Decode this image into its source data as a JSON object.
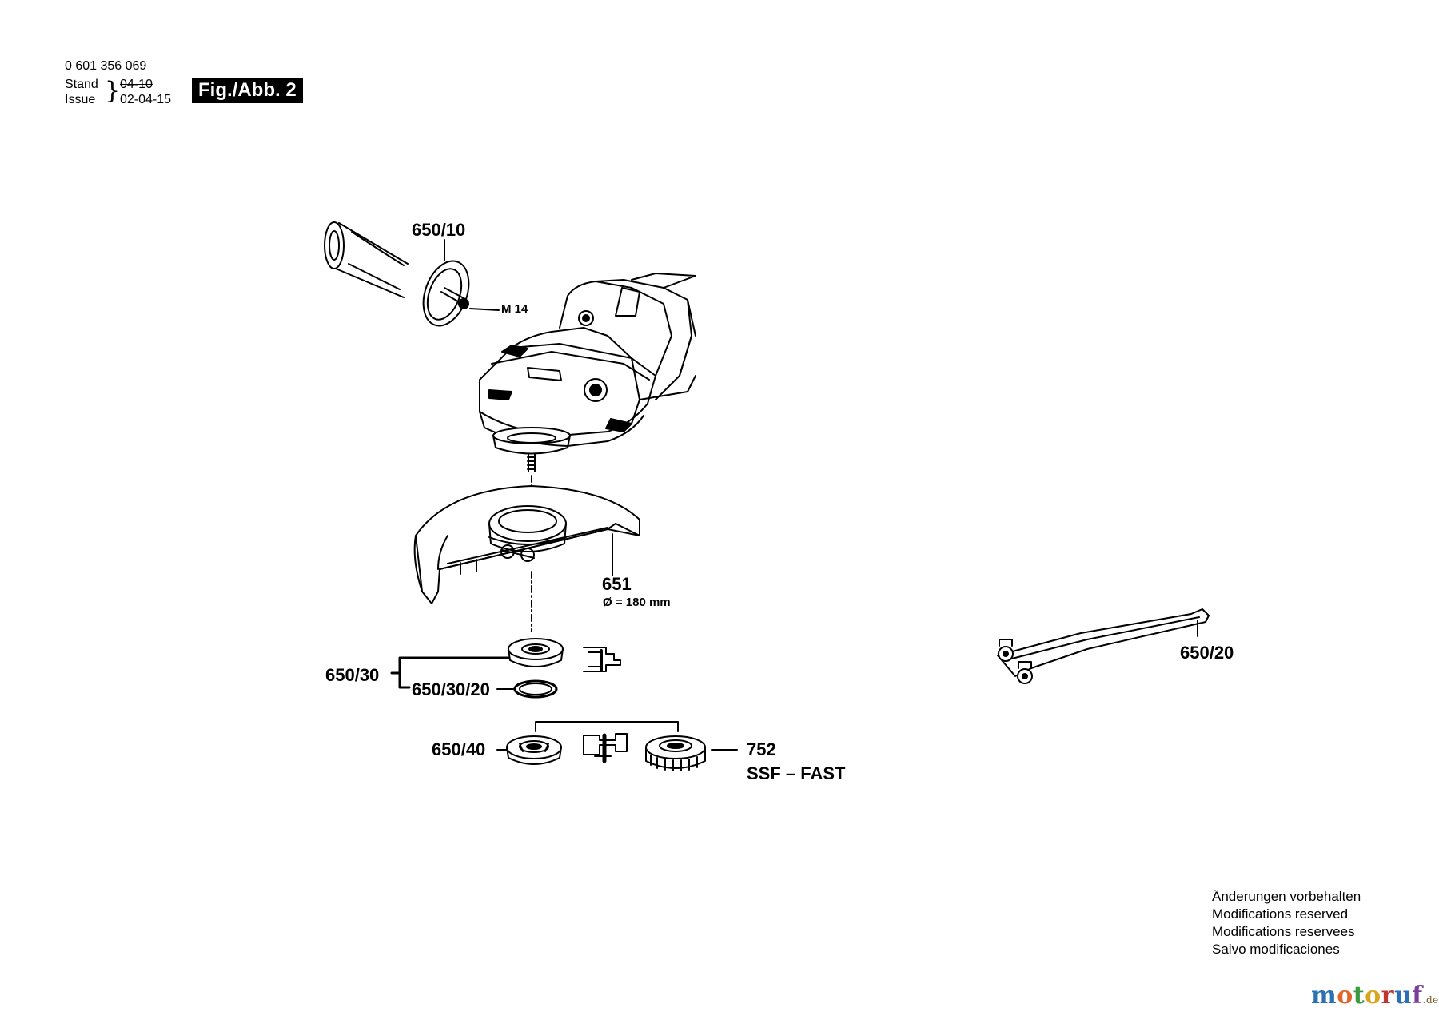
{
  "header": {
    "part_number": "0 601 356 069",
    "stand_label": "Stand",
    "issue_label": "Issue",
    "old_date": "04-10",
    "issue_date": "02-04-15",
    "figure": "Fig./Abb. 2"
  },
  "labels": {
    "handle": "650/10",
    "thread": "M 14",
    "guard": "651",
    "guard_diameter": "Ø = 180 mm",
    "flange_set": "650/30",
    "oring": "650/30/20",
    "clamp_flange": "650/40",
    "quick_nut": "752",
    "quick_nut_name": "SSF – FAST",
    "spanner": "650/20"
  },
  "notes": [
    "Änderungen vorbehalten",
    "Modifications reserved",
    "Modifications reservees",
    "Salvo modificaciones"
  ],
  "watermark": {
    "letters": [
      "m",
      "o",
      "t",
      "o",
      "r",
      "u",
      "f"
    ],
    "letter_colors": [
      "#2b6fb5",
      "#e0652a",
      "#3a9a3f",
      "#d8a51c",
      "#c2362f",
      "#2b6fb5",
      "#7a3f98"
    ],
    "domain": ".de"
  },
  "colors": {
    "line": "#000000",
    "background": "#ffffff"
  }
}
